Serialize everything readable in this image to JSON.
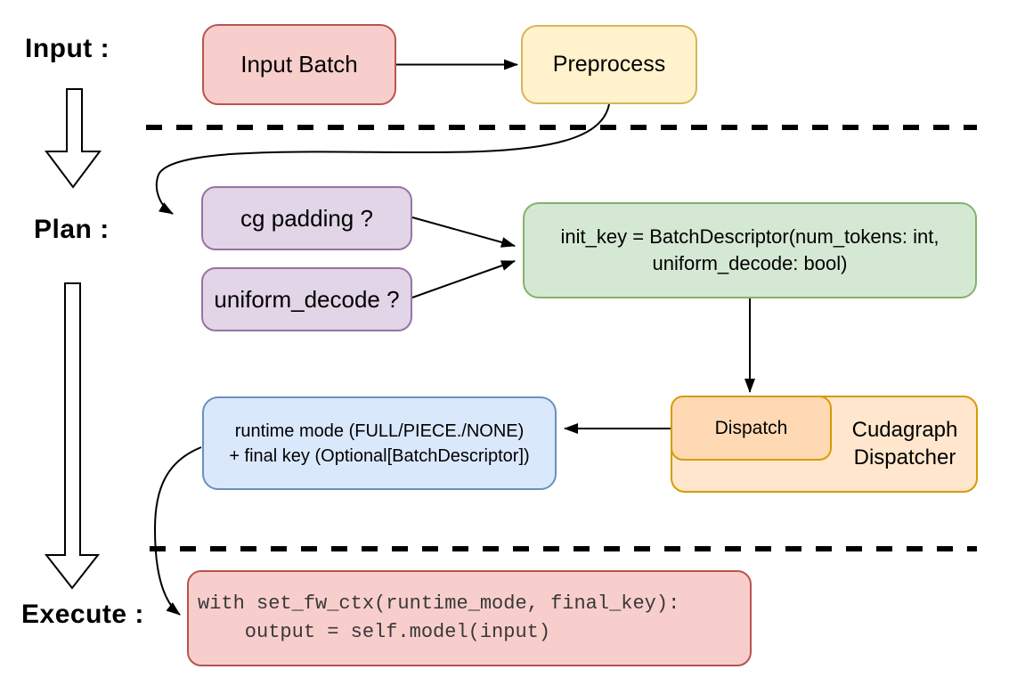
{
  "stage_labels": {
    "input": "Input :",
    "plan": "Plan :",
    "execute": "Execute :"
  },
  "nodes": {
    "input_batch": {
      "label": "Input Batch"
    },
    "preprocess": {
      "label": "Preprocess"
    },
    "cg_padding": {
      "label": "cg padding ?"
    },
    "uniform_decode": {
      "label": "uniform_decode ?"
    },
    "init_key": {
      "lines": [
        "init_key = BatchDescriptor(num_tokens: int,",
        "uniform_decode: bool)"
      ]
    },
    "dispatch": {
      "label": "Dispatch"
    },
    "cudagraph_dispatcher": {
      "lines": [
        "Cudagraph",
        "Dispatcher"
      ]
    },
    "runtime_result": {
      "lines": [
        "runtime mode (FULL/PIECE./NONE)",
        "+ final key (Optional[BatchDescriptor])"
      ]
    },
    "execute_code": {
      "lines": [
        "with set_fw_ctx(runtime_mode, final_key):",
        "    output = self.model(input)"
      ]
    }
  },
  "palette": {
    "red_fill": "#f8cecc",
    "red_stroke": "#b85450",
    "yellow_fill": "#fff2cc",
    "yellow_stroke": "#d6b656",
    "purple_fill": "#e1d5e7",
    "purple_stroke": "#9673a6",
    "green_fill": "#d5e8d4",
    "green_stroke": "#82b366",
    "blue_fill": "#dae8fc",
    "blue_stroke": "#6c8ebf",
    "orange_fill": "#ffe6cc",
    "orange_inner_fill": "#ffd9b3",
    "orange_stroke": "#d79b00",
    "line_color": "#000000",
    "code_text": "#383838"
  }
}
